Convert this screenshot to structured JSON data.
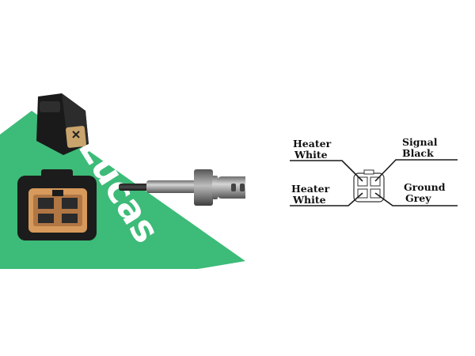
{
  "brand": {
    "name": "Lucas",
    "color": "#3dbb78"
  },
  "product": {
    "connector_body_color": "#1c1c1c",
    "connector_insert_color": "#d79a5c",
    "sensor_metal_color": "#9a9a9a"
  },
  "pinout": {
    "pins": [
      {
        "line1": "Heater",
        "line2": "White"
      },
      {
        "line1": "Heater",
        "line2": "White"
      },
      {
        "line1": "Signal",
        "line2": "Black"
      },
      {
        "line1": "Ground",
        "line2": "Grey"
      }
    ]
  }
}
